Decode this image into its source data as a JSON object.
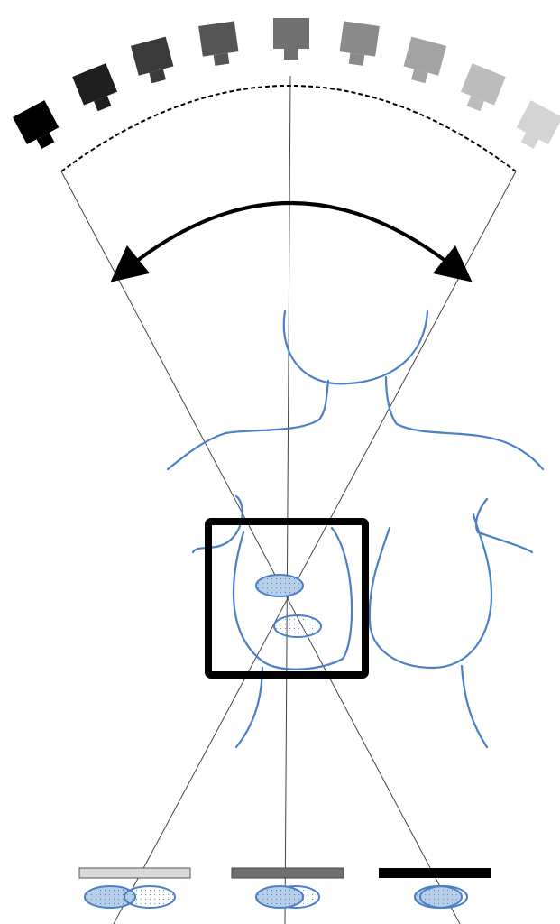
{
  "diagram": {
    "description_free": true,
    "colors": {
      "outline": "#4a7fc9",
      "lesion_fill": "#b8cfe8",
      "frame": "#000000",
      "guide_lines": "#555555"
    },
    "source_sweep": {
      "source_count": 9,
      "shades": [
        "#000000",
        "#1f1f1f",
        "#3a3a3a",
        "#555555",
        "#707070",
        "#8a8a8a",
        "#a3a3a3",
        "#bcbcbc",
        "#d4d4d4"
      ]
    },
    "detectors": [
      {
        "shade": "#d9d9d9",
        "overlap": "separated"
      },
      {
        "shade": "#707070",
        "overlap": "partial"
      },
      {
        "shade": "#000000",
        "overlap": "aligned"
      }
    ]
  }
}
